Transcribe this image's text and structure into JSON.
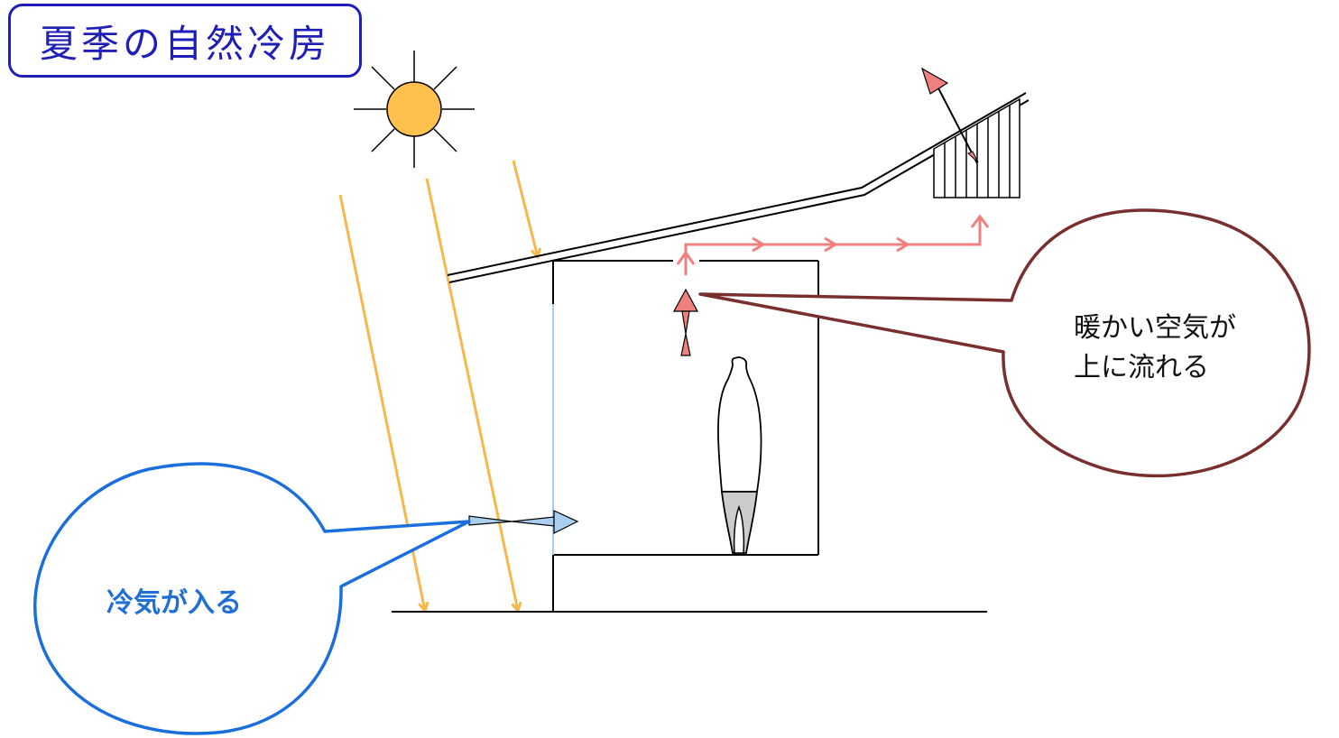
{
  "title": "夏季の自然冷房",
  "callouts": {
    "warm_air": {
      "line1": "暖かい空気が",
      "line2": "上に流れる"
    },
    "cool_air": {
      "text": "冷気が入る"
    }
  },
  "colors": {
    "title": "#1f1fb8",
    "sun_fill": "#ffc04d",
    "sun_rays": "#000000",
    "sunlight": "#f7b84b",
    "warm_air": "#f08080",
    "warm_callout_border": "#7a2f2f",
    "cool_air": "#a8cff0",
    "cool_callout_border": "#1a6fdc",
    "cool_text": "#1f6fd6",
    "building_lines": "#000000",
    "person_legs": "#cccccc"
  },
  "icons": {
    "sun": "sun-icon",
    "person": "person-silhouette",
    "vent": "roof-vent"
  }
}
